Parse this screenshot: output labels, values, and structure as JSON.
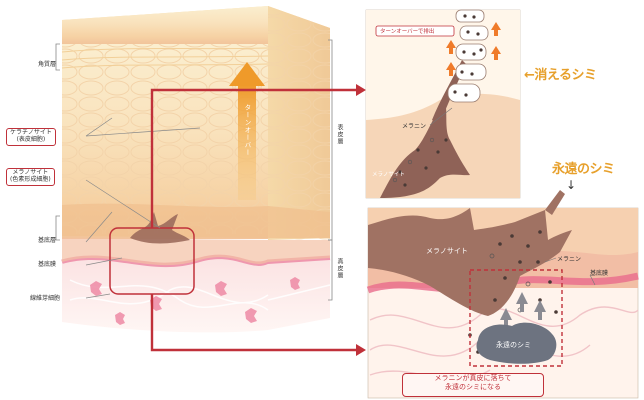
{
  "left_labels": {
    "stratum_corneum": "角質層",
    "keratinocyte_line1": "ケラチノサイト",
    "keratinocyte_line2": "(表皮細胞)",
    "melanocyte_line1": "メラノサイト",
    "melanocyte_line2": "(色素形成細胞)",
    "basal_layer": "基底層",
    "basement_membrane": "基底膜",
    "fibroblast": "線維芽細胞"
  },
  "side_labels": {
    "epidermis": "表皮層",
    "dermis": "真皮層"
  },
  "turnover_arrow_label": "ターンオーバー",
  "top_panel": {
    "note": "ターンオーバーで排出",
    "melanin": "メラニン",
    "melanocyte": "メラノサイト"
  },
  "callouts": {
    "disappearing": "←消えるシミ",
    "permanent": "永遠のシミ",
    "permanent_arrow": "↓"
  },
  "bottom_panel": {
    "melanocyte": "メラノサイト",
    "melanin": "メラニン",
    "basement_membrane": "基底膜",
    "stain": "永遠のシミ",
    "note_line1": "メラニンが真皮に落ちて",
    "note_line2": "永遠のシミになる"
  },
  "colors": {
    "accent_red": "#c0313a",
    "callout_orange": "#e7a02b",
    "skin_upper": "#f7e3b5",
    "skin_lower": "#f3c7a8",
    "basement_pink": "#e86b8c",
    "melanocyte_brown": "#8f6257",
    "stain_gray": "#6c7280"
  }
}
